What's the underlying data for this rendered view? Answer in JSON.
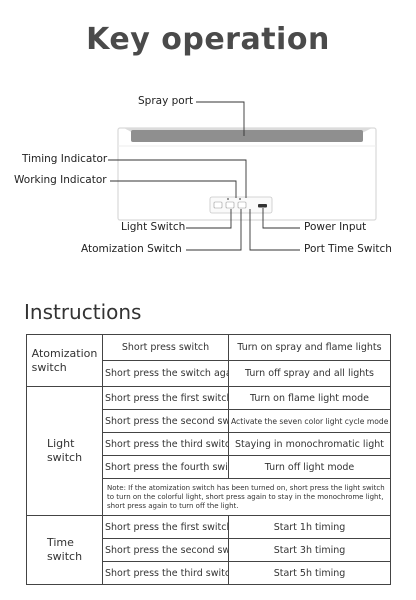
{
  "page": {
    "title": "Key operation"
  },
  "diagram": {
    "labels": {
      "spray_port": "Spray port",
      "timing_indicator": "Timing Indicator",
      "working_indicator": "Working Indicator",
      "light_switch": "Light Switch",
      "atomization_switch": "Atomization Switch",
      "power_input": "Power Input",
      "port_time_switch": "Port Time Switch"
    },
    "colors": {
      "device_body": "#ffffff",
      "device_outline": "#d9d9d9",
      "spray_tray": "#8f8f8f",
      "leader_line": "#333333"
    }
  },
  "instructions": {
    "title": "Instructions",
    "groups": [
      {
        "name_line1": "Atomization",
        "name_line2": "switch",
        "rows": [
          {
            "action": "Short press switch",
            "result": "Turn on spray and flame lights"
          },
          {
            "action": "Short press the switch again",
            "result": "Turn off spray and all lights"
          }
        ]
      },
      {
        "name_line1": "Light",
        "name_line2": "switch",
        "rows": [
          {
            "action": "Short press the first switch",
            "result": "Turn on flame light mode"
          },
          {
            "action": "Short press the second switch",
            "result": "Activate the seven color light cycle mode"
          },
          {
            "action": "Short press the third switch",
            "result": "Staying in monochromatic light"
          },
          {
            "action": "Short press the fourth switch",
            "result": "Turn off light mode"
          }
        ],
        "note": "Note: If the atomization switch has been turned on, short press the light switch to turn on the colorful light, short press again to stay in the monochrome light, short press again to turn off the light."
      },
      {
        "name_line1": "Time",
        "name_line2": "switch",
        "rows": [
          {
            "action": "Short press the first switch",
            "result": "Start 1h timing"
          },
          {
            "action": "Short press the second switch",
            "result": "Start 3h timing"
          },
          {
            "action": "Short press the third switch",
            "result": "Start 5h timing"
          }
        ]
      }
    ]
  }
}
